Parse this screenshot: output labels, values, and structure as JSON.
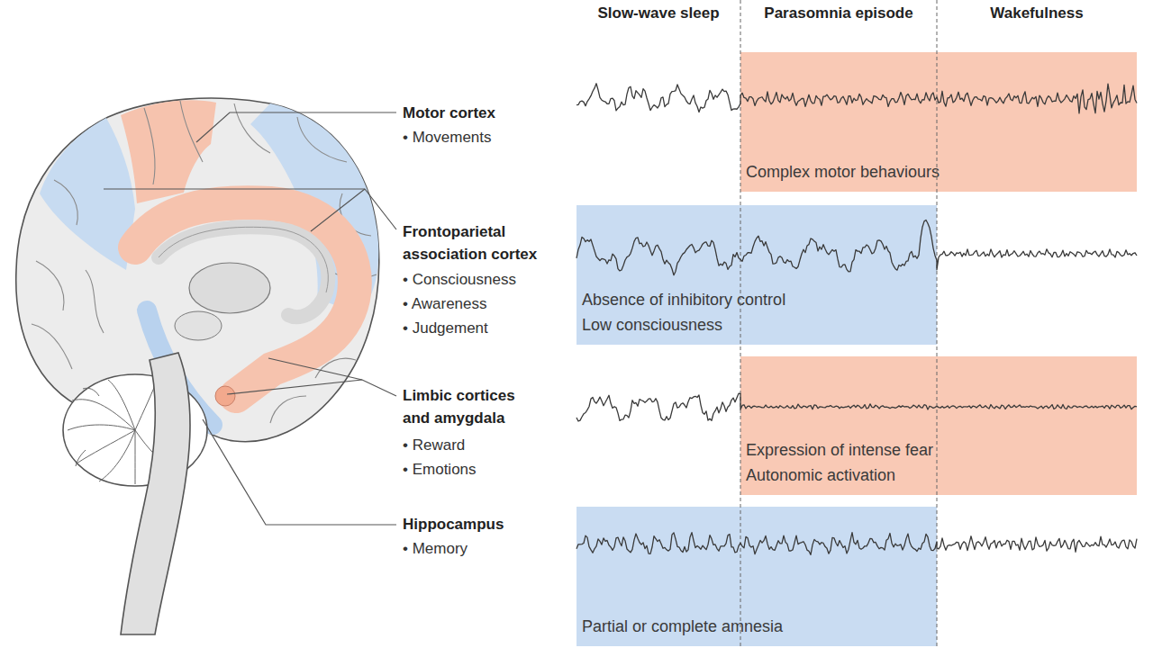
{
  "diagram": {
    "nodes": [
      {
        "text": [
          "Complex motor behaviours"
        ]
      },
      {
        "text": [
          "Absence of inhibitory control",
          "Low consciousness"
        ]
      },
      {
        "text": [
          "Expression of intense fear",
          "Autonomic activation"
        ]
      },
      {
        "text": [
          "Partial or complete amnesia"
        ]
      }
    ],
    "labels": [
      "Slow-wave sleep",
      "Parasomnia episode",
      "Wakefulness",
      "Motor cortex",
      "• Movements",
      "Frontoparietal association cortex",
      "• Consciousness",
      "• Awareness",
      "• Judgement",
      "Limbic cortices and amygdala",
      "• Reward",
      "• Emotions",
      "Hippocampus",
      "• Memory"
    ]
  }
}
